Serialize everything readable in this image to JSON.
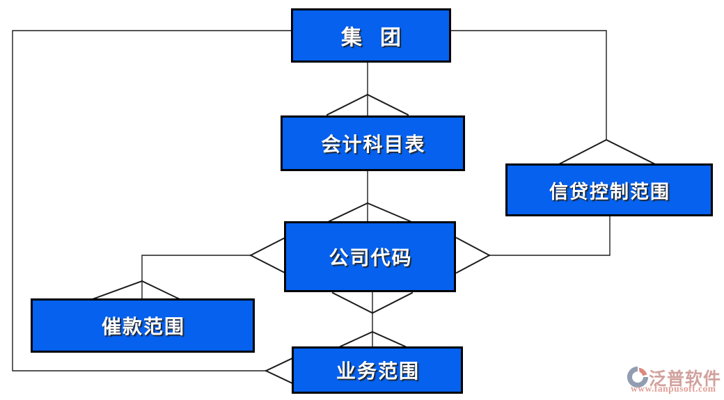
{
  "diagram": {
    "type": "entity-hierarchy",
    "nodes": [
      {
        "id": "group",
        "label": "集团"
      },
      {
        "id": "chart-of-accounts",
        "label": "会计科目表"
      },
      {
        "id": "credit-control-area",
        "label": "信贷控制范围"
      },
      {
        "id": "company-code",
        "label": "公司代码"
      },
      {
        "id": "dunning-area",
        "label": "催款范围"
      },
      {
        "id": "business-area",
        "label": "业务范围"
      }
    ],
    "edges": [
      {
        "from": "group",
        "to": "chart-of-accounts",
        "cardinality": "one-to-many"
      },
      {
        "from": "group",
        "to": "credit-control-area",
        "cardinality": "one-to-many"
      },
      {
        "from": "group",
        "to": "business-area",
        "cardinality": "one-to-many"
      },
      {
        "from": "chart-of-accounts",
        "to": "company-code",
        "cardinality": "one-to-many"
      },
      {
        "from": "credit-control-area",
        "to": "company-code",
        "cardinality": "one-to-many"
      },
      {
        "from": "company-code",
        "to": "dunning-area",
        "cardinality": "many-to-many"
      },
      {
        "from": "company-code",
        "to": "business-area",
        "cardinality": "many-to-many"
      }
    ],
    "colors": {
      "node_fill": "#0561ee",
      "node_border": "#000000",
      "connector": "#1c1c1c",
      "background": "#ffffff"
    }
  },
  "watermark": {
    "brand": "泛普软件",
    "url": "www.fanpusoft.com",
    "colors": {
      "brand_text": "#cf9d97",
      "url_text": "#e09a92",
      "logo_gray": "#8d98ae",
      "logo_red": "#dd8276"
    }
  }
}
